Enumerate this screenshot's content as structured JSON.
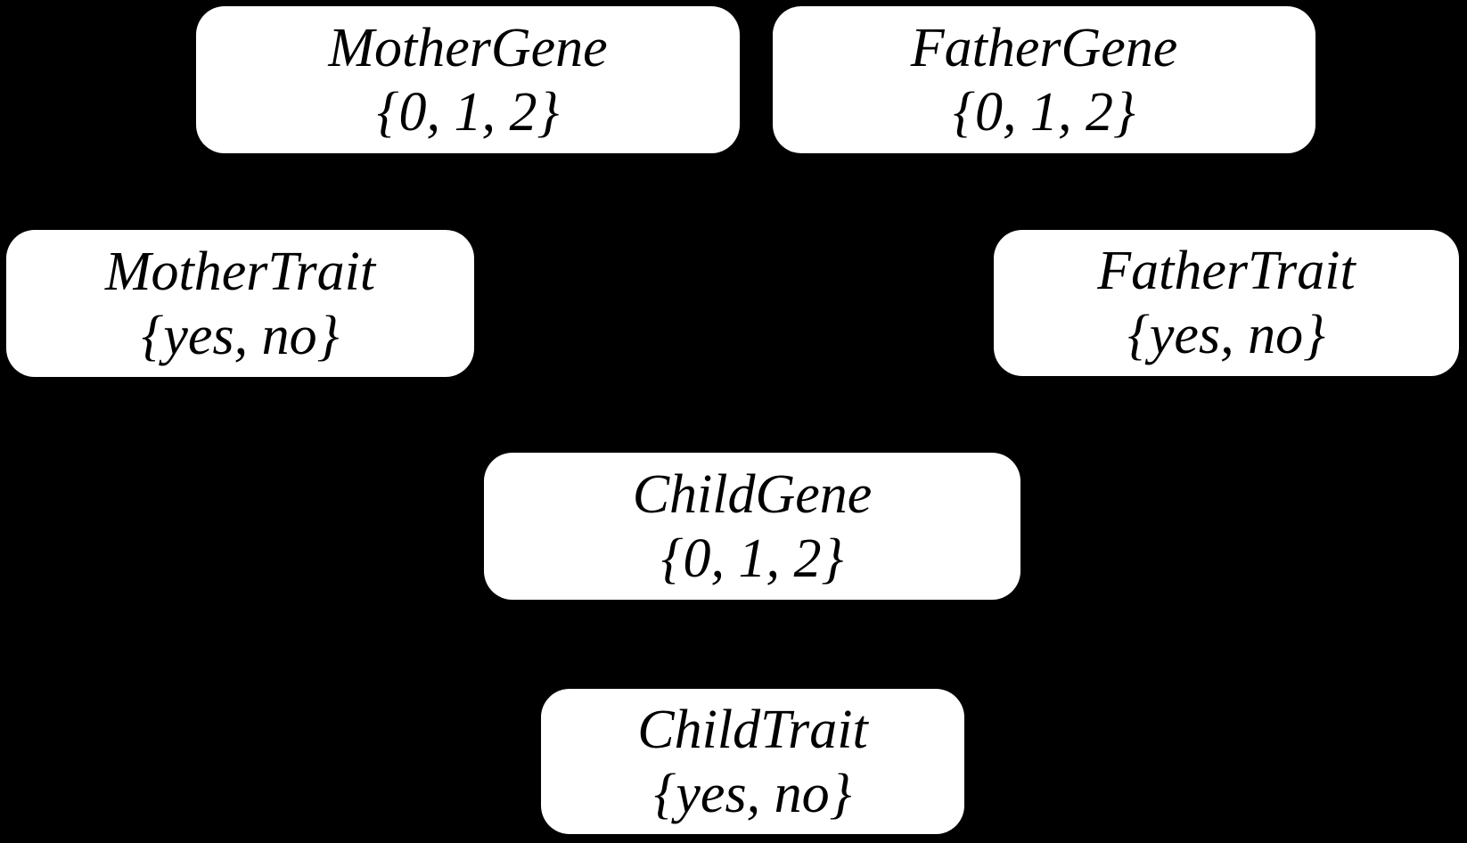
{
  "diagram": {
    "type": "bayesian-network-nodes",
    "colors": {
      "background": "#000000",
      "node_fill": "#ffffff",
      "node_text": "#000000"
    },
    "nodes": [
      {
        "id": "mother-gene",
        "name": "MotherGene",
        "domain": "{0, 1, 2}"
      },
      {
        "id": "father-gene",
        "name": "FatherGene",
        "domain": "{0, 1, 2}"
      },
      {
        "id": "mother-trait",
        "name": "MotherTrait",
        "domain": "{yes, no}"
      },
      {
        "id": "father-trait",
        "name": "FatherTrait",
        "domain": "{yes, no}"
      },
      {
        "id": "child-gene",
        "name": "ChildGene",
        "domain": "{0, 1, 2}"
      },
      {
        "id": "child-trait",
        "name": "ChildTrait",
        "domain": "{yes, no}"
      }
    ]
  }
}
